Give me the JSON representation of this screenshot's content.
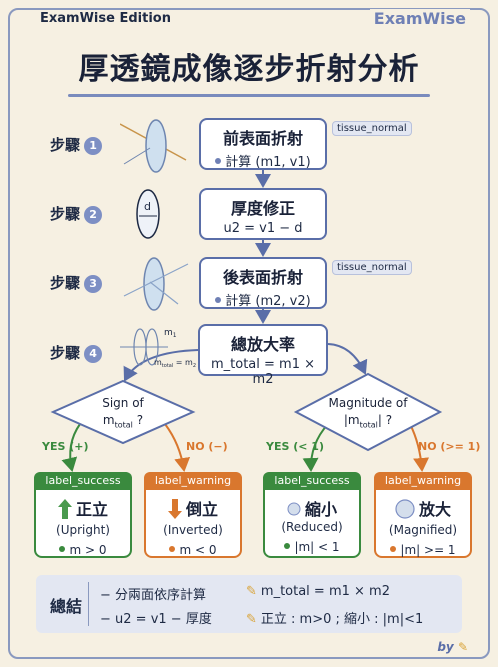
{
  "header": {
    "edition": "ExamWise Edition",
    "brand": "ExamWise"
  },
  "title": "厚透鏡成像逐步折射分析",
  "steps": [
    {
      "label": "步驟",
      "num": "1",
      "title": "前表面折射",
      "sub": "計算 (m1, v1)",
      "tag": "tissue_normal"
    },
    {
      "label": "步驟",
      "num": "2",
      "title": "厚度修正",
      "sub": "u2 = v1 − d",
      "icon_text": "d"
    },
    {
      "label": "步驟",
      "num": "3",
      "title": "後表面折射",
      "sub": "計算 (m2, v2)",
      "tag": "tissue_normal"
    },
    {
      "label": "步驟",
      "num": "4",
      "title": "總放大率",
      "sub": "m_total = m1 × m2",
      "icon_m1": "m",
      "icon_m1_sub": "1",
      "icon_mt": "m",
      "icon_mt_sub": "total",
      "icon_mt_rest": " = m",
      "icon_mt_rest_sub": "2"
    }
  ],
  "decisions": {
    "left": {
      "line1": "Sign of",
      "line2": "m",
      "line2_sub": "total",
      "line2_tail": " ?",
      "yes": "YES (+)",
      "no": "NO (−)"
    },
    "right": {
      "line1": "Magnitude of",
      "line2": "|m",
      "line2_sub": "total",
      "line2_tail": "| ?",
      "yes": "YES (< 1)",
      "no": "NO (>= 1)"
    }
  },
  "results": [
    {
      "tag": "label_success",
      "main": "正立",
      "sub": "(Upright)",
      "cond": "m > 0",
      "icon": "up-arrow-icon"
    },
    {
      "tag": "label_warning",
      "main": "倒立",
      "sub": "(Inverted)",
      "cond": "m < 0",
      "icon": "down-arrow-icon"
    },
    {
      "tag": "label_success",
      "main": "縮小",
      "sub": "(Reduced)",
      "cond": "|m| < 1",
      "icon": "small-circle-icon"
    },
    {
      "tag": "label_warning",
      "main": "放大",
      "sub": "(Magnified)",
      "cond": "|m| >= 1",
      "icon": "large-circle-icon"
    }
  ],
  "summary": {
    "label": "總結",
    "left1": "− 分兩面依序計算",
    "left2": "− u2 = v1 − 厚度",
    "right1": "m_total = m1 × m2",
    "right2": "正立 : m>0 ; 縮小 : |m|<1"
  },
  "footer": {
    "by": "by"
  },
  "colors": {
    "accent": "#5a6ea8",
    "success": "#3a8a3e",
    "warning": "#d9772e",
    "background": "#f6f0e2"
  }
}
